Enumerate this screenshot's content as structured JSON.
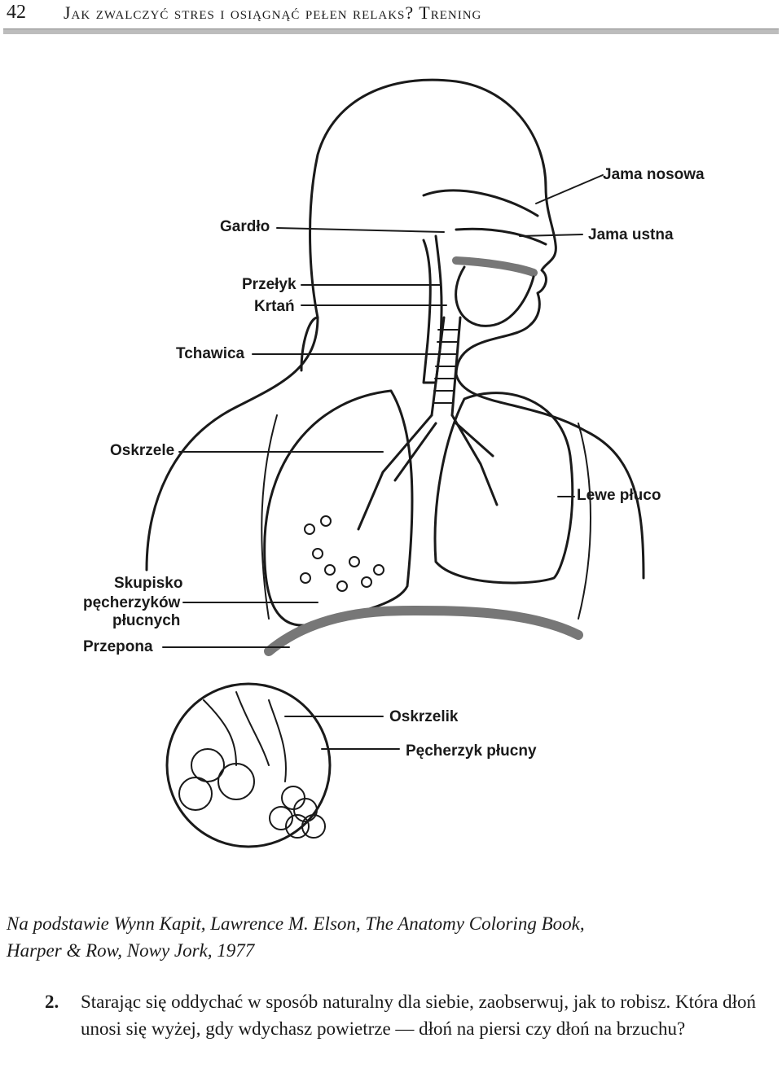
{
  "header": {
    "page_number": "42",
    "running_head": "Jak zwalczyć stres i osiągnąć pełen relaks? Trening"
  },
  "figure": {
    "labels": {
      "jama_nosowa": "Jama nosowa",
      "gardlo": "Gardło",
      "jama_ustna": "Jama ustna",
      "przelyk": "Przełyk",
      "krtan": "Krtań",
      "tchawica": "Tchawica",
      "oskrzele": "Oskrzele",
      "lewe_pluco": "Lewe płuco",
      "skupisko_1": "Skupisko",
      "skupisko_2": "pęcherzyków",
      "skupisko_3": "płucnych",
      "przepona": "Przepona",
      "oskrzelik": "Oskrzelik",
      "pecherzyk": "Pęcherzyk płucny"
    }
  },
  "caption": {
    "line1": "Na podstawie Wynn Kapit, Lawrence M. Elson, The Anatomy Coloring Book,",
    "line2": "Harper & Row, Nowy Jork, 1977"
  },
  "question": {
    "number": "2.",
    "text": "Starając się oddychać w sposób naturalny dla siebie, zaobserwuj, jak to robisz. Która dłoń unosi się wyżej, gdy wdychasz powietrze — dłoń na piersi czy dłoń na brzuchu?"
  }
}
